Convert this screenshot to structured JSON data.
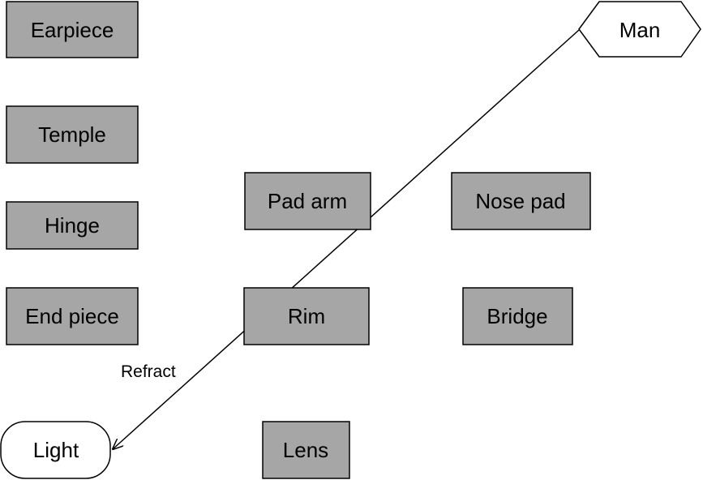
{
  "colors": {
    "part_fill": "#a6a6a6",
    "border": "#000000",
    "background": "#ffffff"
  },
  "nodes": {
    "earpiece": "Earpiece",
    "temple": "Temple",
    "hinge": "Hinge",
    "end_piece": "End piece",
    "pad_arm": "Pad arm",
    "nose_pad": "Nose pad",
    "rim": "Rim",
    "bridge": "Bridge",
    "lens": "Lens",
    "man": "Man",
    "light": "Light"
  },
  "edges": {
    "man_to_light": {
      "label": "Refract",
      "from": "Man",
      "to": "Light"
    }
  }
}
